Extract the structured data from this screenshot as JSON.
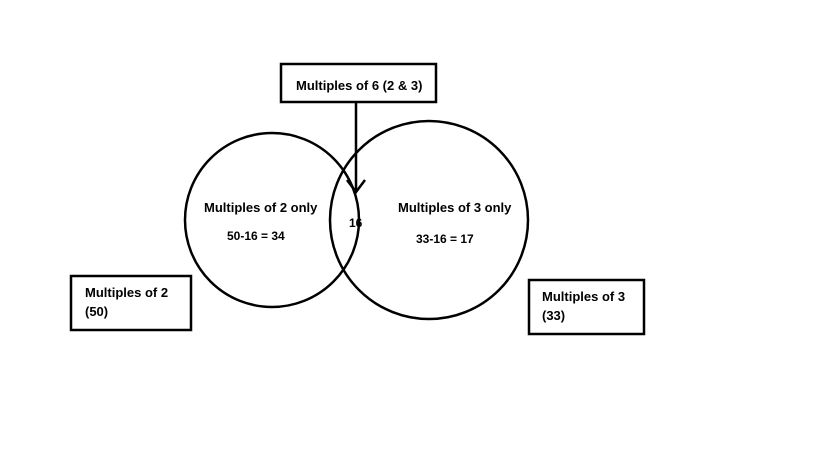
{
  "top_box": {
    "label": "Multiples of 6 (2 & 3)"
  },
  "left_circle": {
    "title": "Multiples of 2 only",
    "calc": "50-16 = 34"
  },
  "intersection": {
    "value": "16"
  },
  "right_circle": {
    "title": "Multiples of 3 only",
    "calc": "33-16 = 17"
  },
  "left_box": {
    "line1": "Multiples of 2",
    "line2": "(50)"
  },
  "right_box": {
    "line1": "Multiples of 3",
    "line2": "(33)"
  }
}
